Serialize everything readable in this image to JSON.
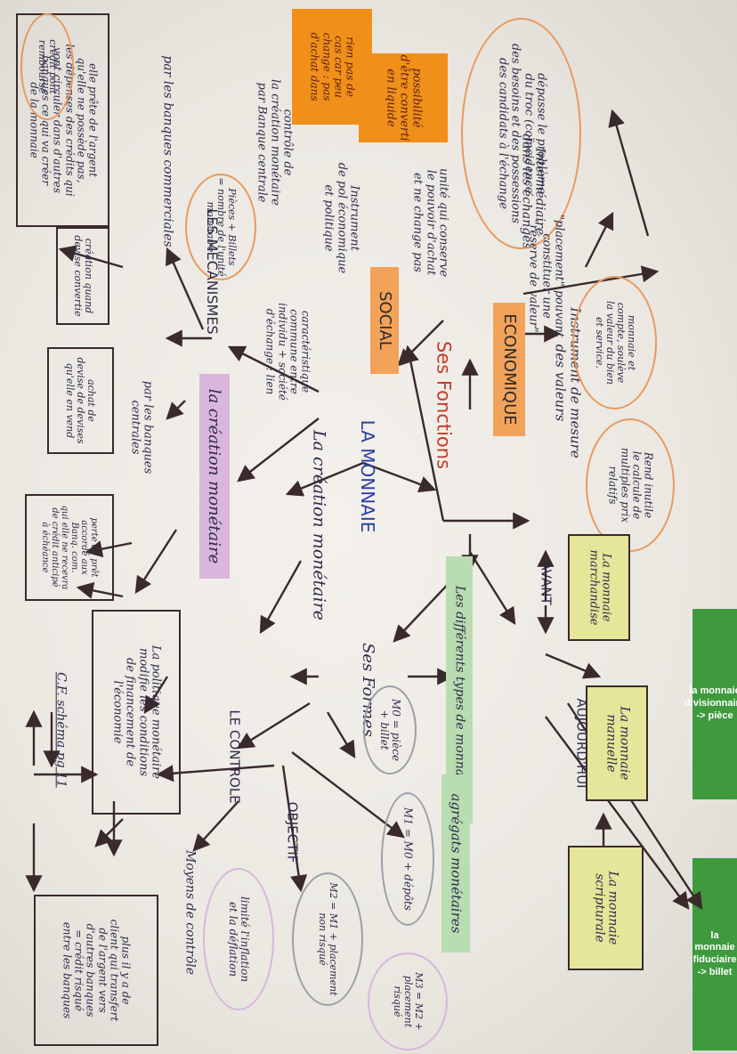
{
  "center": "LA MONNAIE",
  "creation_title": "La création monétaire",
  "creation": "la création monétaire",
  "fonctions": "Ses Fonctions",
  "formes": "Ses Formes",
  "economique": "ECONOMIQUE",
  "social": "SOCIAL",
  "mecanismes": "LES MECANISMES",
  "controle": "LE CONTROLE",
  "objectif": "OBJECTIF",
  "moyens": "Moyens de contrôle",
  "types": "Les différents types de monnaies",
  "avant": "AVANT",
  "aujourdhui": "AUJOURD'HUI",
  "marchandise": "La monnaie\nmarchandise",
  "manuelle": "La monnaie\nmanuelle",
  "scripturale": "La monnaie\nscripturale",
  "agregats": "agrégats monétaires",
  "m0": "M0 = pièce\n+ billet",
  "m1": "M1 = M0 + dépôts",
  "m2": "M2 = M1 + placement\nnon risqué",
  "m3": "M3 = M2 +\nplacement\nrisqué",
  "intermediaire": "Intermédiaire\ndans les échanges",
  "depasse": "dépasse le problème\ndu troc (coïncidence\ndes besoins et des possessions\ndes candidats à l'échange",
  "mesure": "Instrument de mesure\ndes valeurs",
  "monnaie_compte": "monnaie et\ncompte, soulève\nla valeur du bien\net service.",
  "rend_inutile": "Rend inutile\nle calcule de\nmultiples prix\nrelatifs",
  "placement": "\"placement\" pouvant\nconstituer une\n\"réserve de valeur\"",
  "possibilite": "possibilité\nd'être converti\nen liquide",
  "unite": "unité qui conserve\nle pouvoir d'achat\net ne change pas",
  "rien": "rien pas de\ncas car peu\nchange : pas\nd'achat dans",
  "instrument_politique": "Instrument\nde pol économique\net politique",
  "controle_creation": "contrôle de\nla création monétaire\npar Banque centrale",
  "pieces": "Pièces + Billets\n= nombre de l'unité\nmonétaire",
  "caracteristique": "caractéristique\ncommune entre\nindividu + société\nd'échange : lien",
  "par_commerciales": "par les banques commerciales",
  "par_centrales": "par les banques\ncentrales",
  "elle_prete": "elle prête de l'argent\nqu'elle ne possède pas,\nles dépenses des crédits qui\nvont circuler dans d'autres\nbanques ce qui va créer\nde la monnaie",
  "credit_rembourse": "crédit pont\nremboursé",
  "creation_quand": "création quand\ndevise convertie",
  "achat": "achat de\ndevise de devises\nqu'elle en vend",
  "perte": "perte de prêt\naccordé aux\nBanq. com.\nqui elle ne recevra\nde crédit anticipé\nà échéance",
  "politique": "La politique monétaire\nmodifie les conditions\nde financement de\nl'économie",
  "cf": "C.F. schéma pg 11",
  "limite": "limité l'inflation\net la déflation",
  "plus_il": "plus il y a de\nclient qui transfert\nde l'argent vers\nd'autres banques\n= crédit risqué\nentre les banques",
  "note_divisionnaire": "la monnaie divisionnaire\n-> pièce",
  "note_fiduciaire": "la monnaie fiduciaire\n-> billet",
  "colors": {
    "ink": "#2d2a4a",
    "red": "#c43a2a",
    "blue": "#2a3fa0",
    "orange_box": "#f0901a",
    "orange_oval": "#e79a5e",
    "yellow_box": "#e4e69a",
    "green_bar": "#3f9a3e",
    "green_highlight": "#b9dcb0",
    "purple_highlight": "#d9b6dc",
    "orange_highlight": "#f3a25a"
  }
}
